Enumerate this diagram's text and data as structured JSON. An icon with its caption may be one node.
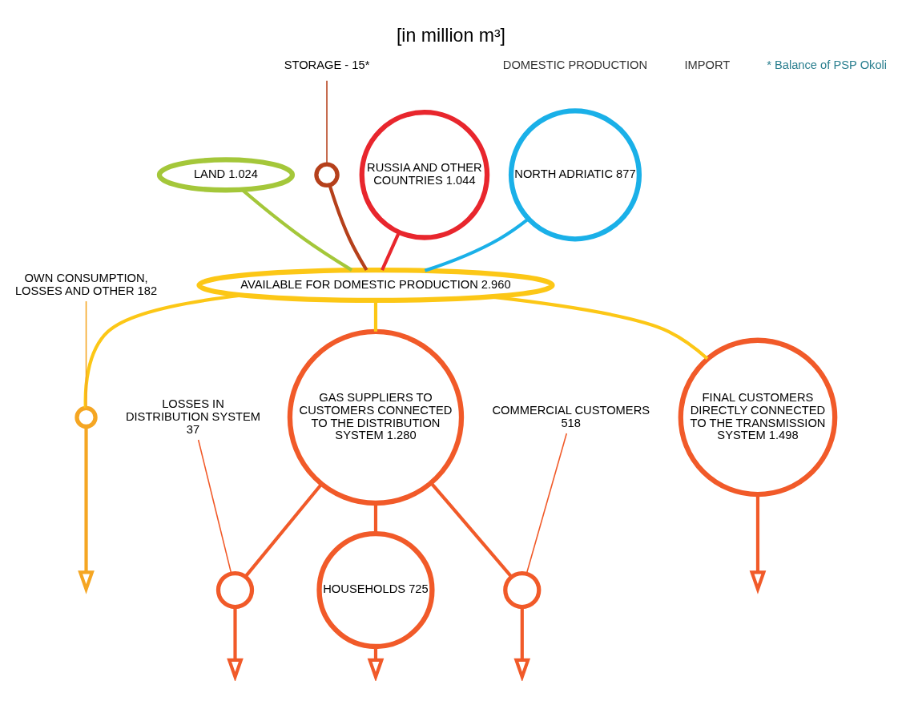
{
  "diagram": {
    "title": "[in million m³]",
    "nodes": [
      {
        "text": [
          "NORTH ADRIATIC 877"
        ]
      },
      {
        "text": [
          "LAND 1.024"
        ]
      },
      {
        "text": [
          "STORAGE - 15*"
        ]
      },
      {
        "text": [],
        "shape": "circle"
      },
      {
        "text": [
          "RUSSIA AND OTHER COUNTRIES 1.044"
        ]
      },
      {
        "text": [
          "AVAILABLE FOR DOMESTIC PRODUCTION 2.960"
        ]
      },
      {
        "text": [
          "OWN CONSUMPTION, LOSSES AND OTHER 182"
        ]
      },
      {
        "text": [],
        "shape": "circle"
      },
      {
        "text": [
          "GAS SUPPLIERS TO CUSTOMERS CONNECTED TO THE DISTRIBUTION SYSTEM 1.280"
        ]
      },
      {
        "text": [
          "FINAL CUSTOMERS DIRECTLY CONNECTED TO THE TRANSMISSION SYSTEM 1.498"
        ]
      },
      {
        "text": [
          "LOSSES IN DISTRIBUTION SYSTEM",
          "37"
        ]
      },
      {
        "text": [],
        "shape": "circle"
      },
      {
        "text": [
          "COMMERCIAL CUSTOMERS",
          "518"
        ]
      },
      {
        "text": [],
        "shape": "circle"
      },
      {
        "text": [
          "HOUSEHOLDS 725"
        ]
      }
    ],
    "edges": [
      {
        "from": 0,
        "to": 5,
        "arrow": "none",
        "color": "#1ab0e8"
      },
      {
        "from": 1,
        "to": 5,
        "arrow": "none",
        "color": "#a4c73a"
      },
      {
        "from": 2,
        "to": 3,
        "arrow": "none",
        "color": "#b5401b"
      },
      {
        "from": 3,
        "to": 5,
        "arrow": "none",
        "color": "#b5401b"
      },
      {
        "from": 4,
        "to": 5,
        "arrow": "none",
        "color": "#e8262d"
      },
      {
        "from": 5,
        "to": 7,
        "arrow": "none",
        "color": "#fcc716"
      },
      {
        "from": 6,
        "to": 7,
        "arrow": "none",
        "color": "#f5a623"
      },
      {
        "from": 7,
        "to": null,
        "arrow": "to",
        "color": "#f5a623"
      },
      {
        "from": 5,
        "to": 8,
        "arrow": "none",
        "color": "#fcc716"
      },
      {
        "from": 5,
        "to": 9,
        "arrow": "none",
        "color": "#fcc716"
      },
      {
        "from": 10,
        "to": 11,
        "arrow": "none"
      },
      {
        "from": 8,
        "to": 11,
        "arrow": "none"
      },
      {
        "from": 11,
        "to": null,
        "arrow": "to"
      },
      {
        "from": 12,
        "to": 13,
        "arrow": "none"
      },
      {
        "from": 8,
        "to": 13,
        "arrow": "none"
      },
      {
        "from": 13,
        "to": null,
        "arrow": "to"
      },
      {
        "from": 8,
        "to": 14,
        "arrow": "none"
      },
      {
        "from": 14,
        "to": null,
        "arrow": "to"
      },
      {
        "from": 9,
        "to": null,
        "arrow": "to"
      }
    ],
    "labels": [
      "DOMESTIC PRODUCTION",
      "IMPORT",
      "* Balance of PSP Okoli"
    ]
  }
}
